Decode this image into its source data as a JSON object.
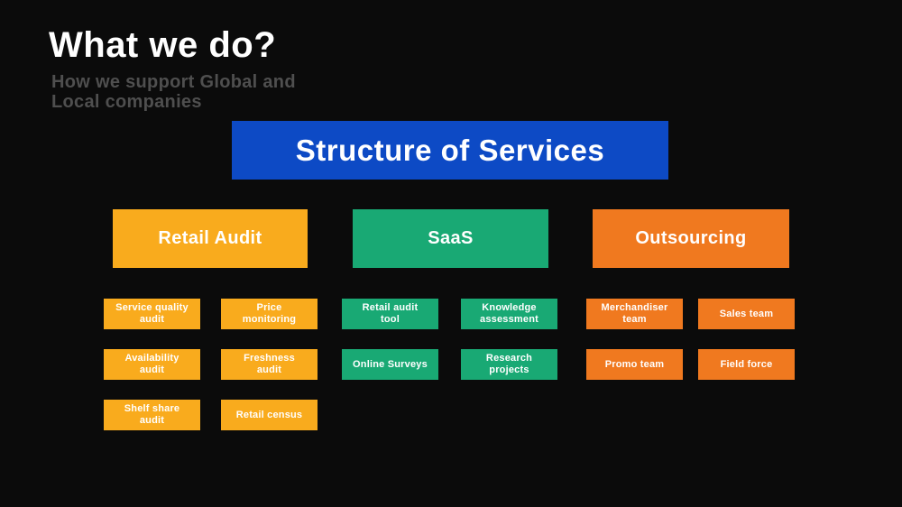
{
  "slide": {
    "title": "What we do?",
    "subtitle_line1": "How we support Global and",
    "subtitle_line2": "Local companies",
    "banner": "Structure of Services"
  },
  "colors": {
    "background": "#0b0b0b",
    "banner_blue": "#0d4ac5",
    "amber": "#f9ab1d",
    "green": "#19a974",
    "orange": "#f0791f",
    "title_white": "#ffffff",
    "subtitle_gray": "#4f4f4f"
  },
  "columns": [
    {
      "id": "retail-audit",
      "header": "Retail Audit",
      "color": "#f9ab1d",
      "items": [
        "Service quality\naudit",
        "Price\nmonitoring",
        "Availability\naudit",
        "Freshness\naudit",
        "Shelf share\naudit",
        "Retail census"
      ]
    },
    {
      "id": "saas",
      "header": "SaaS",
      "color": "#19a974",
      "items": [
        "Retail audit\ntool",
        "Knowledge\nassessment",
        "Online Surveys",
        "Research\nprojects"
      ]
    },
    {
      "id": "outsourcing",
      "header": "Outsourcing",
      "color": "#f0791f",
      "items": [
        "Merchandiser\nteam",
        "Sales team",
        "Promo team",
        "Field force"
      ]
    }
  ]
}
